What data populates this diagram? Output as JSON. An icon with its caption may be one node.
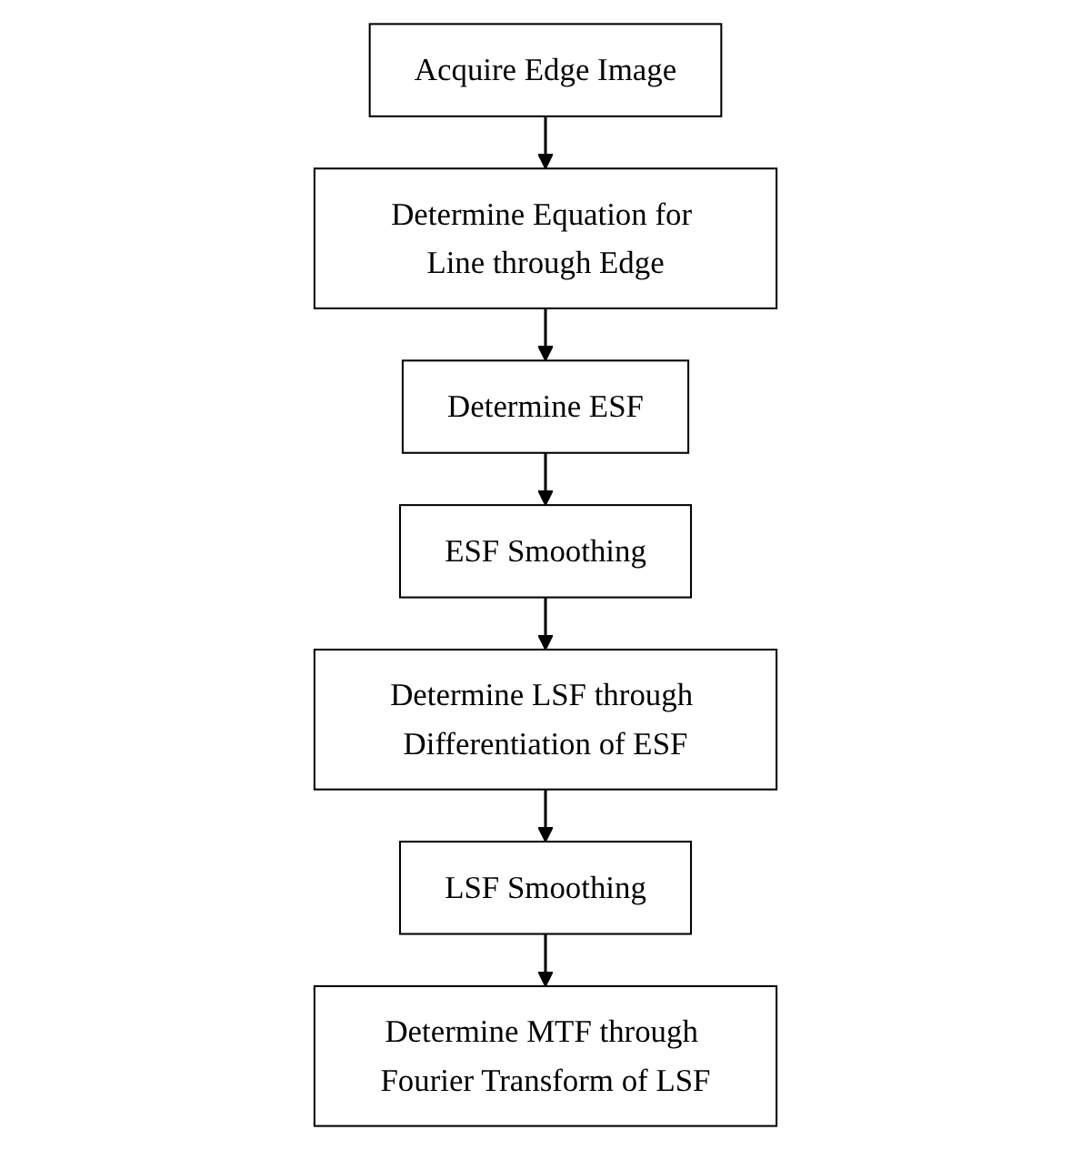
{
  "diagram": {
    "nodes": [
      {
        "text": [
          "Acquire Edge Image"
        ]
      },
      {
        "text": [
          "Determine Equation for Line through Edge"
        ]
      },
      {
        "text": [
          "Determine ESF"
        ]
      },
      {
        "text": [
          "ESF Smoothing"
        ]
      },
      {
        "text": [
          "Determine LSF through Differentiation of ESF"
        ]
      },
      {
        "text": [
          "LSF Smoothing"
        ]
      },
      {
        "text": [
          "Determine MTF through Fourier Transform of LSF"
        ]
      }
    ],
    "edges": [
      {
        "from": 0,
        "to": 1,
        "arrow": "to"
      },
      {
        "from": 1,
        "to": 2,
        "arrow": "to"
      },
      {
        "from": 2,
        "to": 3,
        "arrow": "to"
      },
      {
        "from": 3,
        "to": 4,
        "arrow": "to"
      },
      {
        "from": 4,
        "to": 5,
        "arrow": "to"
      },
      {
        "from": 5,
        "to": 6,
        "arrow": "to"
      }
    ]
  }
}
